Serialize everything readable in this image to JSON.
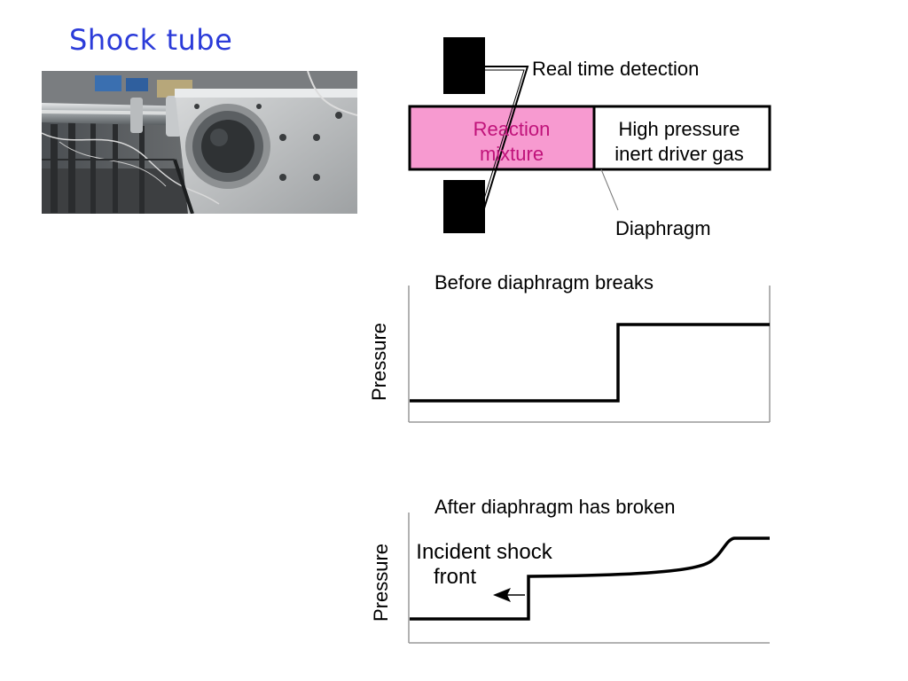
{
  "slide": {
    "title": "Shock tube"
  },
  "photo": {
    "alt": "Photograph of a stainless steel shock tube apparatus in a laboratory"
  },
  "schematic": {
    "detection_label": "Real time detection",
    "reaction_label_line1": "Reaction",
    "reaction_label_line2": "mixture",
    "driver_label_line1": "High pressure",
    "driver_label_line2": "inert driver gas",
    "diaphragm_label": "Diaphragm",
    "reaction_fill": "#f79ad0",
    "reaction_text_color": "#c0137a"
  },
  "plot_before": {
    "title": "Before diaphragm breaks",
    "ylabel": "Pressure"
  },
  "plot_after": {
    "title": "After diaphragm has broken",
    "ylabel": "Pressure",
    "annotation_line1": "Incident shock",
    "annotation_line2": "front"
  }
}
